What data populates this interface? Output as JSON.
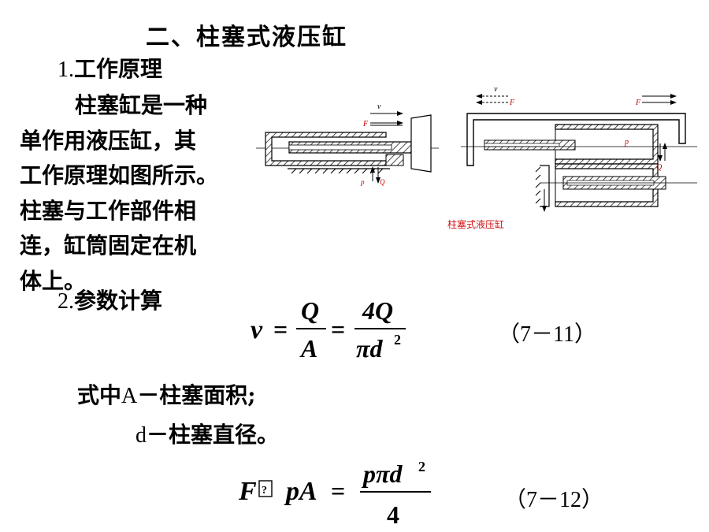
{
  "title": "二、柱塞式液压缸",
  "section1": {
    "num": "1.",
    "label": "工作原理"
  },
  "paragraph": [
    "柱塞缸是一种",
    "单作用液压缸，其",
    "工作原理如图所示。",
    "柱塞与工作部件相",
    "连，缸筒固定在机",
    "体上。"
  ],
  "figure": {
    "caption": "柱塞式液压缸",
    "left_labels": {
      "v": "v",
      "F": "F",
      "p": "p",
      "Q": "Q"
    },
    "right_labels": {
      "v": "v",
      "F_top_left": "F",
      "F_top_right": "F",
      "p": "p",
      "Q": "Q"
    }
  },
  "section2": {
    "num": "2.",
    "label": "参数计算"
  },
  "eq1": {
    "lhs": "v",
    "eq": "=",
    "num1": "Q",
    "den1": "A",
    "num2": "4Q",
    "den2": "πd",
    "exp": "2",
    "label": "（7－11）"
  },
  "where": {
    "line1_prefix": "式中",
    "line1_var": "A",
    "line1_text": "－柱塞面积;",
    "line2_var": "d",
    "line2_text": "－柱塞直径。"
  },
  "eq2": {
    "lhs": "F",
    "missing_glyph": "?",
    "mid": "pA",
    "eq": "=",
    "num": "pπd",
    "exp": "2",
    "den": "4",
    "label": "（7－12）"
  }
}
